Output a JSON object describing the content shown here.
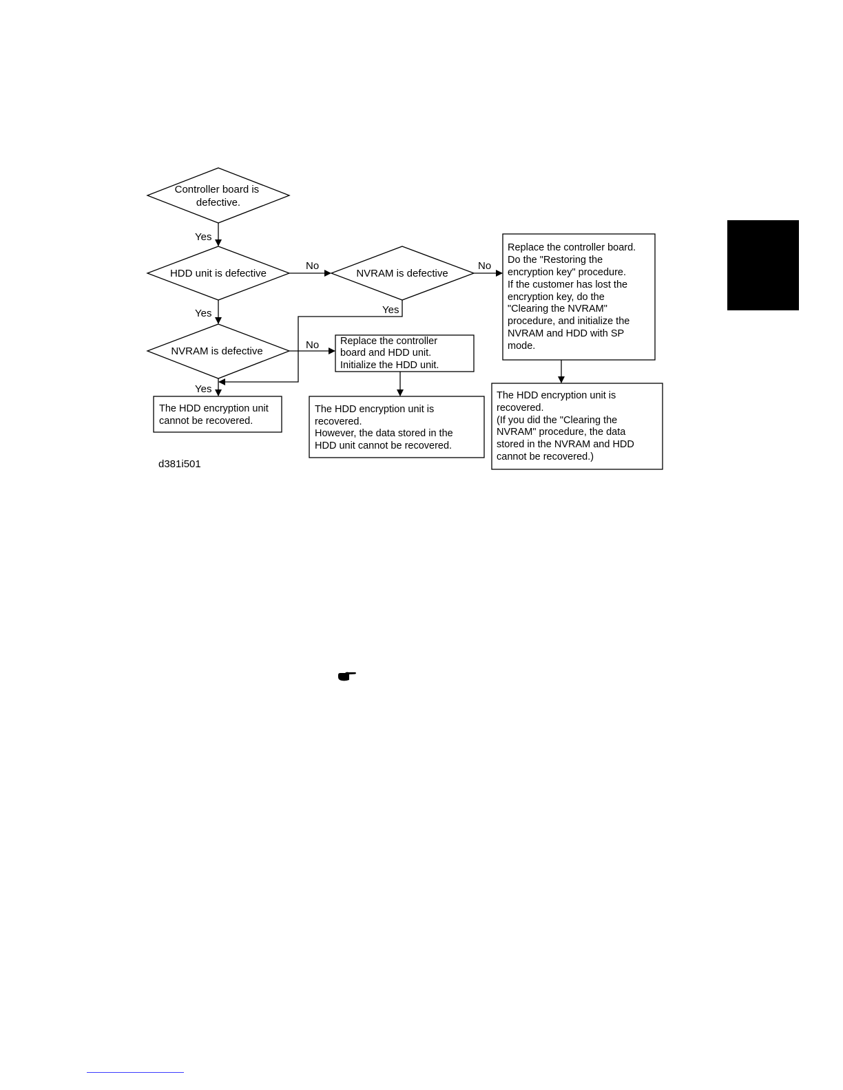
{
  "flowchart": {
    "figure_id": "d381i501",
    "decisions": {
      "controller": [
        "Controller board is",
        "defective."
      ],
      "hdd": [
        "HDD unit is defective"
      ],
      "nvram_top": [
        "NVRAM is defective"
      ],
      "nvram_bottom": [
        "NVRAM is defective"
      ]
    },
    "edge_labels": {
      "controller_yes": "Yes",
      "hdd_yes": "Yes",
      "hdd_no": "No",
      "nvram_top_no": "No",
      "nvram_top_yes": "Yes",
      "nvram_bottom_no": "No",
      "nvram_bottom_yes": "Yes"
    },
    "actions": {
      "replace_board": [
        "Replace the controller board.",
        "Do the \"Restoring the",
        "encryption key\" procedure.",
        "If the customer has lost the",
        "encryption key, do the",
        "\"Clearing the NVRAM\"",
        "procedure, and initialize the",
        "NVRAM and HDD with SP",
        "mode."
      ],
      "replace_board_hdd": [
        "Replace the controller",
        "board and HDD unit.",
        "Initialize the HDD unit."
      ]
    },
    "results": {
      "not_recovered": [
        "The HDD encryption unit",
        "cannot be recovered."
      ],
      "recovered_data_lost": [
        "The HDD encryption unit is",
        "recovered.",
        "However, the data stored in the",
        "HDD unit cannot be recovered."
      ],
      "recovered_note": [
        "The HDD encryption unit is",
        "recovered.",
        "(If you did the \"Clearing the",
        "NVRAM\" procedure, the data",
        "stored in the NVRAM and HDD",
        "cannot be recovered.)"
      ]
    }
  },
  "icons": {
    "note": "pointing-hand-icon"
  },
  "colors": {
    "tab": "#000000",
    "footer_rule": "#3b3bff"
  }
}
